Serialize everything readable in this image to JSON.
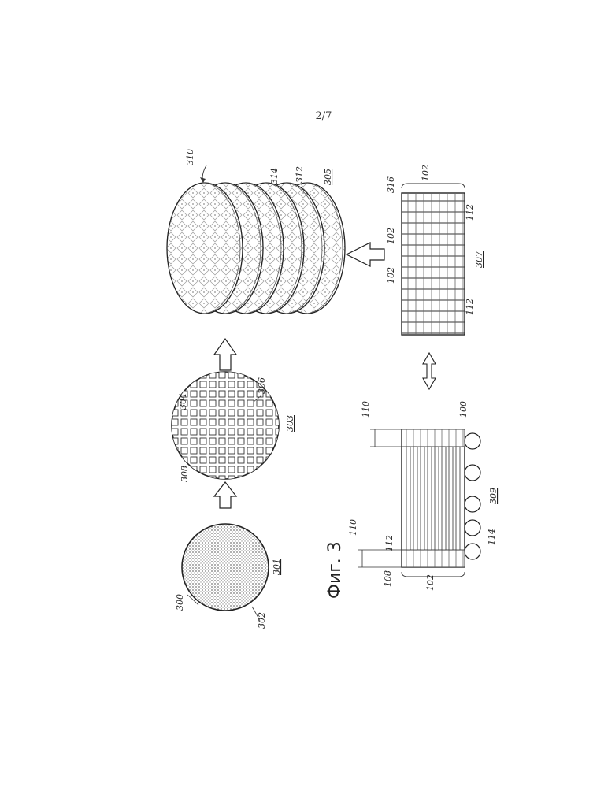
{
  "page_number": "2/7",
  "figure_label": "Фиг. 3",
  "refs": {
    "r300": "300",
    "r301": "301",
    "r302": "302",
    "r303": "303",
    "r304": "304",
    "r305": "305",
    "r306": "306",
    "r307": "307",
    "r308": "308",
    "r309": "309",
    "r310": "310",
    "r312": "312",
    "r314": "314",
    "r316": "316",
    "r100": "100",
    "r102": "102",
    "r108": "108",
    "r110": "110",
    "r112": "112",
    "r114": "114"
  }
}
